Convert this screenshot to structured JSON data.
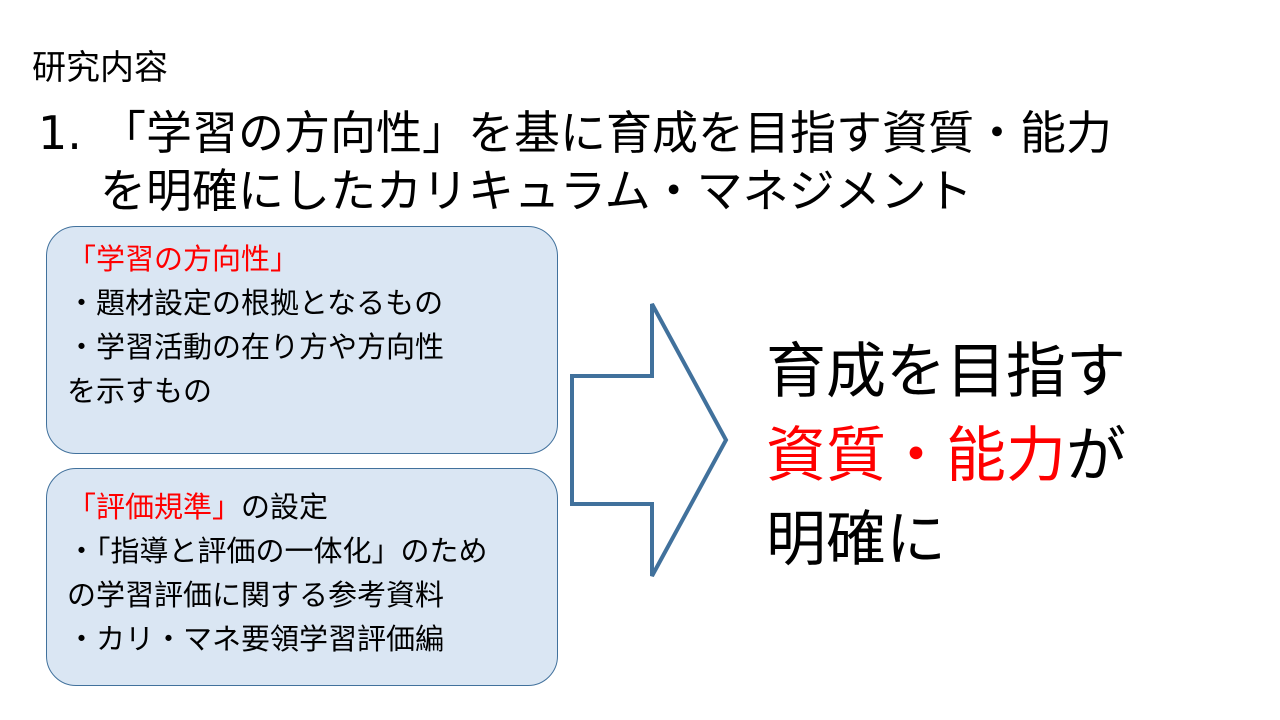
{
  "section_label": "研究内容",
  "heading": {
    "number": "1.",
    "line1": "「学習の方向性」を基に育成を目指す資質・能力",
    "line2": "を明確にしたカリキュラム・マネジメント"
  },
  "box1": {
    "title": "「学習の方向性」",
    "items": [
      "・題材設定の根拠となるもの",
      "・学習活動の在り方や方向性",
      "を示すもの"
    ]
  },
  "box2": {
    "title_red": "「評価規準」",
    "title_rest": "の設定",
    "items": [
      "・「指導と評価の一体化」のため",
      "の学習評価に関する参考資料",
      "・カリ・マネ要領学習評価編"
    ]
  },
  "result": {
    "line1": "育成を目指す",
    "line2_red": "資質・能力",
    "line2_rest": "が",
    "line3": "明確に"
  },
  "colors": {
    "accent_red": "#ff0000",
    "box_fill": "#dae6f3",
    "box_border": "#41719c",
    "arrow_stroke": "#41719c"
  }
}
